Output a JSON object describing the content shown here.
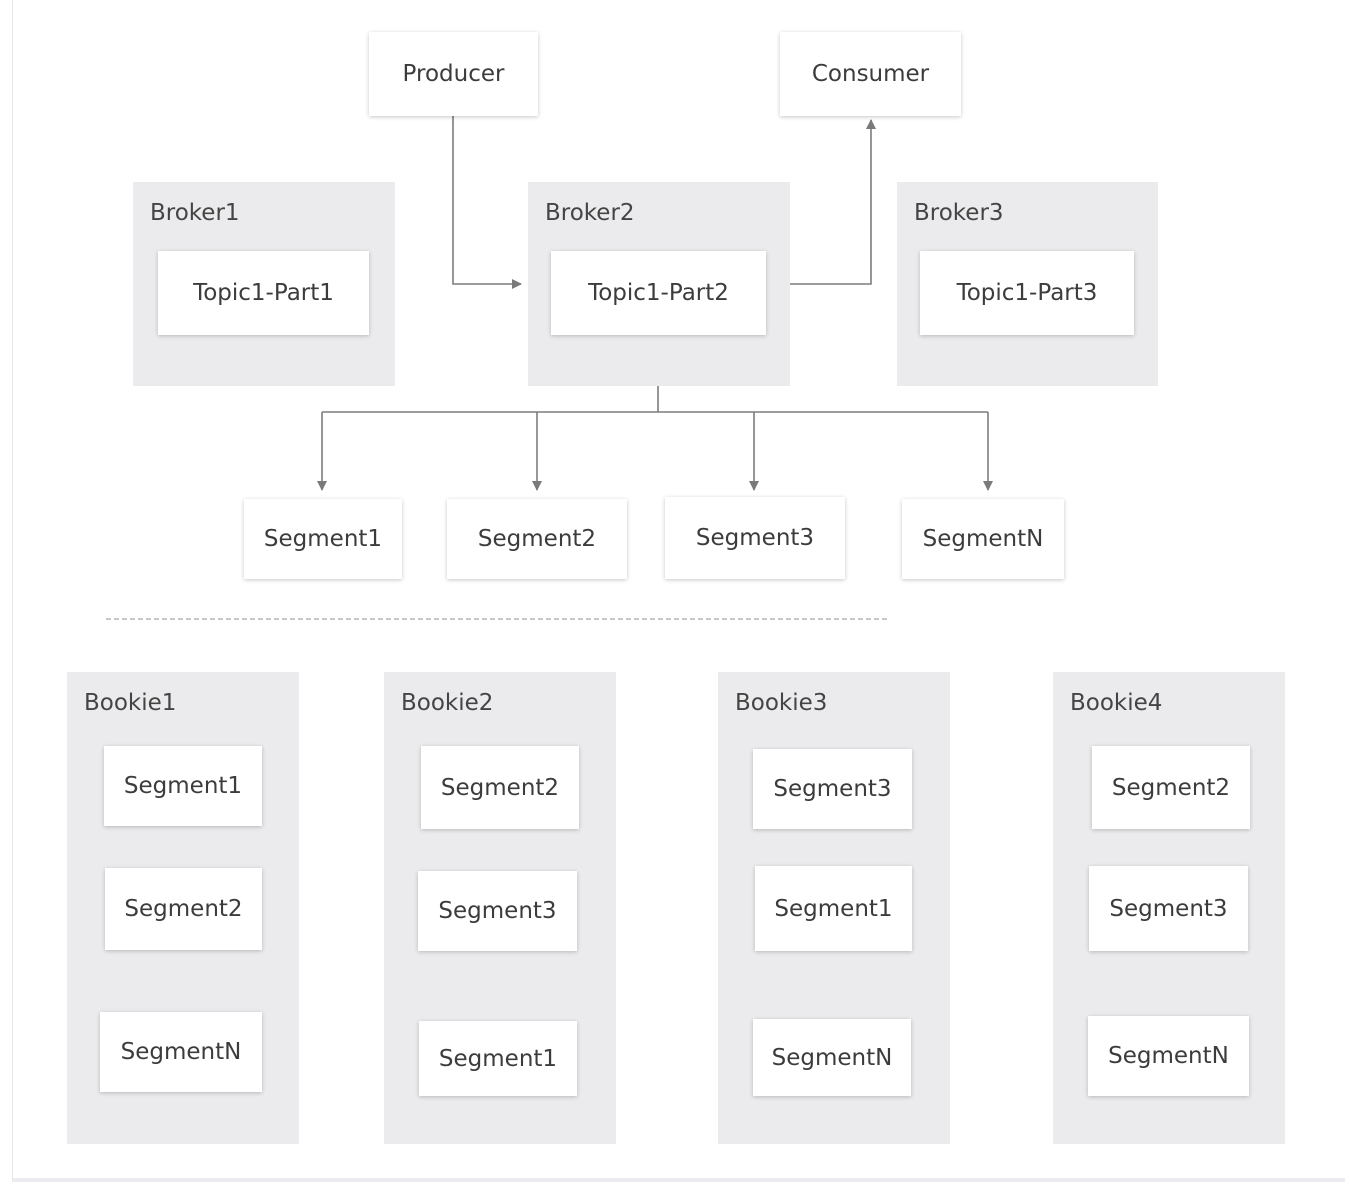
{
  "producer": "Producer",
  "consumer": "Consumer",
  "brokers": [
    {
      "label": "Broker1",
      "topic": "Topic1-Part1"
    },
    {
      "label": "Broker2",
      "topic": "Topic1-Part2"
    },
    {
      "label": "Broker3",
      "topic": "Topic1-Part3"
    }
  ],
  "segments": [
    "Segment1",
    "Segment2",
    "Segment3",
    "SegmentN"
  ],
  "bookies": [
    {
      "label": "Bookie1",
      "segments": [
        "Segment1",
        "Segment2",
        "SegmentN"
      ]
    },
    {
      "label": "Bookie2",
      "segments": [
        "Segment2",
        "Segment3",
        "Segment1"
      ]
    },
    {
      "label": "Bookie3",
      "segments": [
        "Segment3",
        "Segment1",
        "SegmentN"
      ]
    },
    {
      "label": "Bookie4",
      "segments": [
        "Segment2",
        "Segment3",
        "SegmentN"
      ]
    }
  ]
}
